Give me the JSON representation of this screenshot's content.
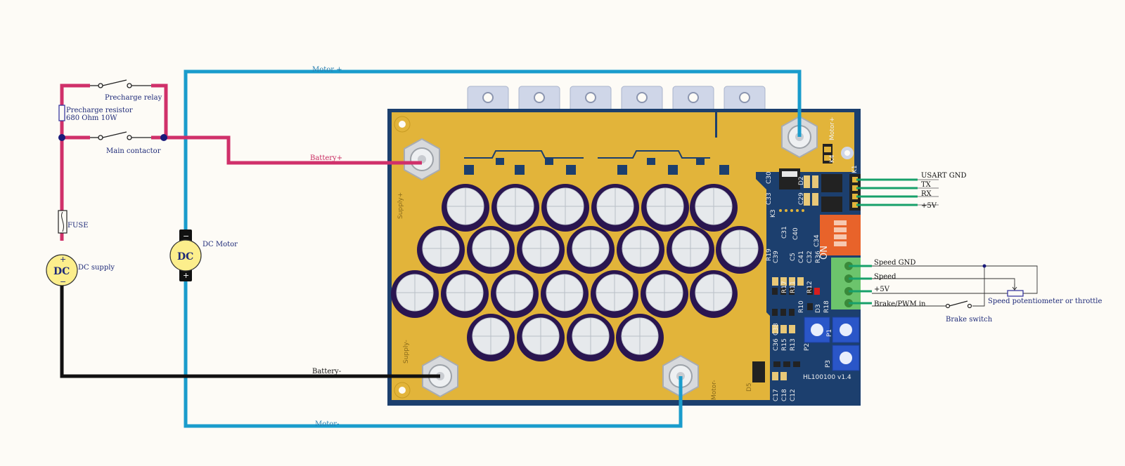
{
  "colors": {
    "background": "#fdfbf6",
    "battery_positive_wire": "#d0306a",
    "battery_negative_wire": "#111111",
    "motor_wire": "#1a9ccc",
    "signal_wire": "#17a06a",
    "pcb_blue": "#1c3f6e",
    "pcb_copper": "#e2b43a",
    "capacitor": "#2a1650",
    "terminal_green": "#6cc46c",
    "dip_orange": "#e8632a"
  },
  "labels": {
    "motor_plus_wire": "Motor +",
    "motor_minus_wire": "Motor-",
    "battery_plus_wire": "Battery+",
    "battery_minus_wire": "Battery-",
    "precharge_relay": "Precharge relay",
    "precharge_resistor_1": "Precharge resistor",
    "precharge_resistor_2": "680 Ohm 10W",
    "main_contactor": "Main contactor",
    "fuse": "FUSE",
    "dc_supply": "DC supply",
    "dc_motor": "DC Motor",
    "dc_symbol": "DC",
    "usart_gnd": "USART GND",
    "tx": "TX",
    "rx": "RX",
    "plus_5v_uart": "+5V",
    "speed_gnd": "Speed GND",
    "speed": "Speed",
    "plus_5v_speed": "+5V",
    "brake_pwm": "Brake/PWM in",
    "brake_switch": "Brake switch",
    "speed_pot": "Speed potentiometer or throttle",
    "plus_sign": "+",
    "minus_sign": "−"
  },
  "pcb_silk": {
    "board_name": "HL100100  v1.4",
    "supply_plus": "Supply+",
    "supply_minus": "Supply-",
    "motor_plus": "Motor+",
    "motor_minus": "Motor-",
    "dip_on": "ON",
    "k1": "K1",
    "k3": "K3",
    "k4": "K4",
    "d2": "D2",
    "d5": "D5",
    "c30": "C30",
    "c33": "C33",
    "c29": "C29",
    "c31": "C31",
    "c40": "C40",
    "c34": "C34",
    "c39": "C39",
    "c5": "C5",
    "c41": "C41",
    "c32": "C32",
    "r19": "R19",
    "r36": "R36",
    "r12": "R12",
    "r10": "R10",
    "r18": "R18",
    "d3": "D3",
    "r17": "R17",
    "r11": "R11",
    "r15": "R15",
    "r13": "R13",
    "c36": "C36",
    "c38": "C38",
    "c17": "C17",
    "c18": "C18",
    "c12": "C12",
    "p1": "P1",
    "p2": "P2",
    "p3": "P3"
  }
}
